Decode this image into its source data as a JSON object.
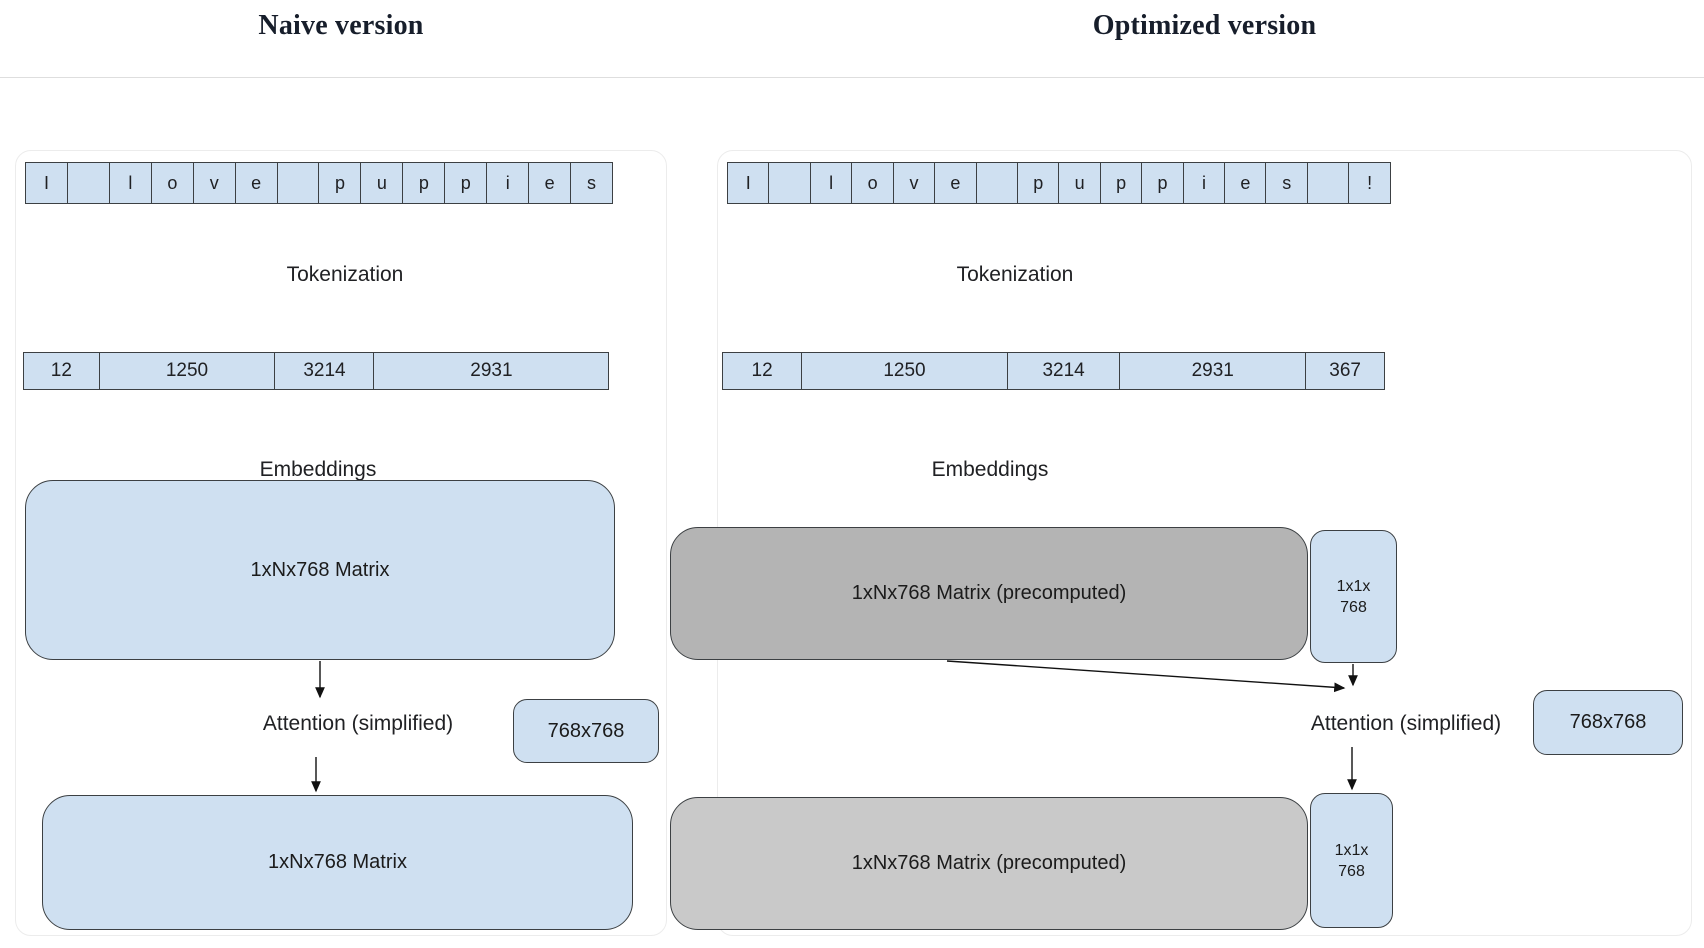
{
  "header": {
    "left_title": "Naive version",
    "right_title": "Optimized version"
  },
  "naive": {
    "char_cells": [
      "I",
      "",
      "l",
      "o",
      "v",
      "e",
      "",
      "p",
      "u",
      "p",
      "p",
      "i",
      "e",
      "s"
    ],
    "tokenization_label": "Tokenization",
    "token_cells": [
      "12",
      "1250",
      "3214",
      "2931"
    ],
    "embeddings_label": "Embeddings",
    "matrix_top_label": "1xNx768 Matrix",
    "attention_label": "Attention (simplified)",
    "attention_matrix_label": "768x768",
    "matrix_bottom_label": "1xNx768 Matrix"
  },
  "optimized": {
    "char_cells": [
      "I",
      "",
      "l",
      "o",
      "v",
      "e",
      "",
      "p",
      "u",
      "p",
      "p",
      "i",
      "e",
      "s",
      "",
      "!"
    ],
    "tokenization_label": "Tokenization",
    "token_cells": [
      "12",
      "1250",
      "3214",
      "2931",
      "367"
    ],
    "embeddings_label": "Embeddings",
    "matrix_top_label": "1xNx768 Matrix (precomputed)",
    "small_top_box": {
      "line1": "1x1x",
      "line2": "768"
    },
    "attention_label": "Attention (simplified)",
    "attention_matrix_label": "768x768",
    "matrix_bottom_label": "1xNx768 Matrix (precomputed)",
    "small_bottom_box": {
      "line1": "1x1x",
      "line2": "768"
    }
  },
  "colors": {
    "cell_blue": "#cfe0f1",
    "matrix_gray_top": "#b4b4b4",
    "matrix_gray_bottom": "#c9c9c9",
    "box_border": "#3c4043",
    "header_text": "#171e2b",
    "card_border": "#ececec",
    "arrow": "#111111"
  }
}
